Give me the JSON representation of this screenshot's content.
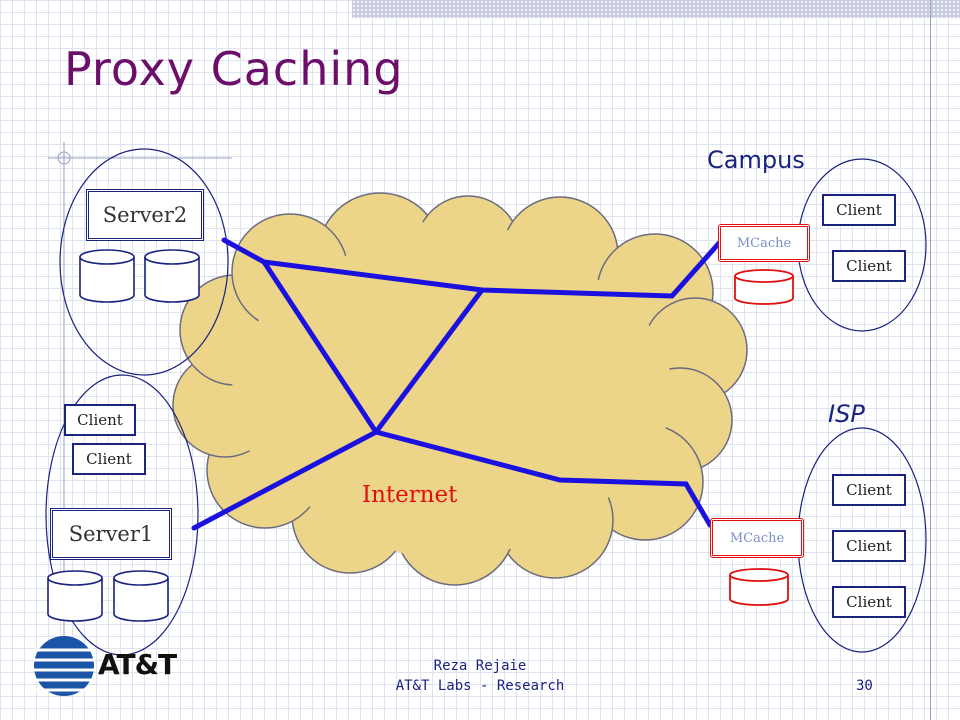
{
  "slide": {
    "title": "Proxy Caching",
    "footer_line1": "Reza Rejaie",
    "footer_line2": "AT&T Labs - Research",
    "page_number": "30",
    "logo_text": "AT&T"
  },
  "diagram": {
    "internet_label": "Internet",
    "campus": {
      "label": "Campus",
      "mcache_label": "MCache",
      "clients": [
        "Client",
        "Client"
      ]
    },
    "isp": {
      "label": "ISP",
      "mcache_label": "MCache",
      "clients": [
        "Client",
        "Client",
        "Client"
      ]
    },
    "server2_group": {
      "server_label": "Server2"
    },
    "server1_group": {
      "server_label": "Server1",
      "clients": [
        "Client",
        "Client"
      ]
    }
  },
  "colors": {
    "title": "#6b0f6b",
    "cloud_fill": "#ecd488",
    "link": "#1a10e0",
    "mcache_border": "#e01010",
    "box_border": "#1a237e"
  }
}
